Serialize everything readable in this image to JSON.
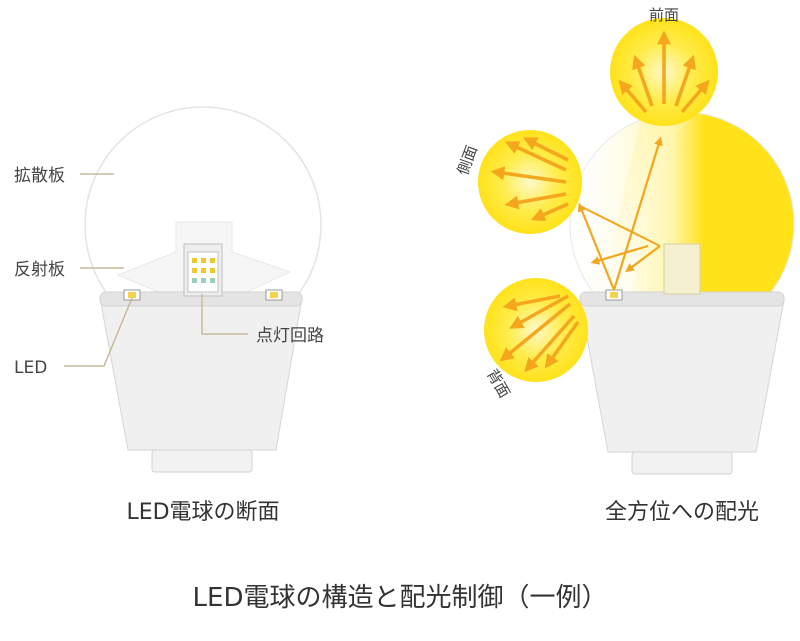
{
  "left_figure": {
    "caption": "LED電球の断面",
    "labels": {
      "diffuser": "拡散板",
      "reflector": "反射板",
      "led": "LED",
      "circuit": "点灯回路"
    }
  },
  "right_figure": {
    "caption": "全方位への配光",
    "directions": {
      "front": "前面",
      "side": "側面",
      "back": "背面"
    }
  },
  "main_caption": "LED電球の構造と配光制御（一例）",
  "colors": {
    "light": "#FFE21A",
    "arrow": "#F4A61C",
    "bulb_body": "#EEEEEE",
    "leader_line": "#C9B99A"
  }
}
